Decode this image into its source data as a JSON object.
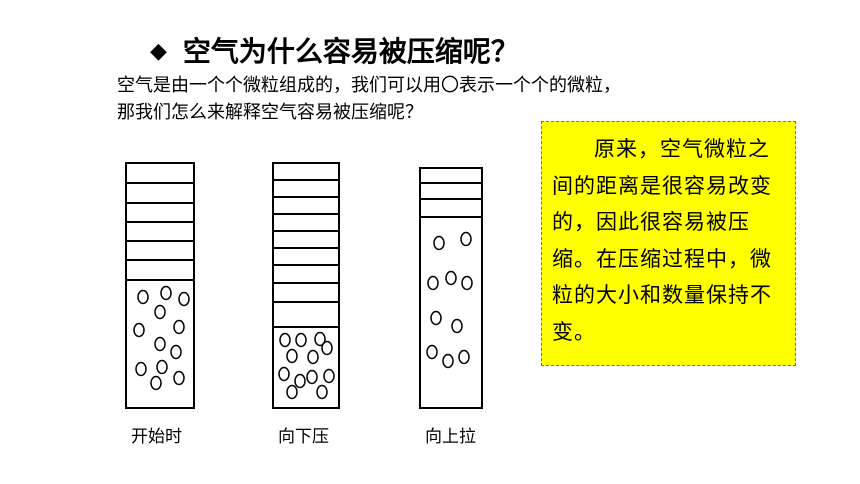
{
  "title": {
    "bullet_icon": "diamond-bullet-icon",
    "text": "空气为什么容易被压缩呢？"
  },
  "intro": {
    "line1": "空气是由一个个微粒组成的，我们可以用〇表示一个个的微粒，",
    "line2": "那我们怎么来解释空气容易被压缩呢？"
  },
  "note": {
    "text": "原来，空气微粒之间的距离是很容易改变的，因此很容易被压缩。在压缩过程中，微粒的大小和数量保持不变。",
    "background_color": "#ffff00",
    "border_color": "#c0504d"
  },
  "containers": [
    {
      "caption": "开始时"
    },
    {
      "caption": "向下压"
    },
    {
      "caption": "向上拉"
    }
  ]
}
